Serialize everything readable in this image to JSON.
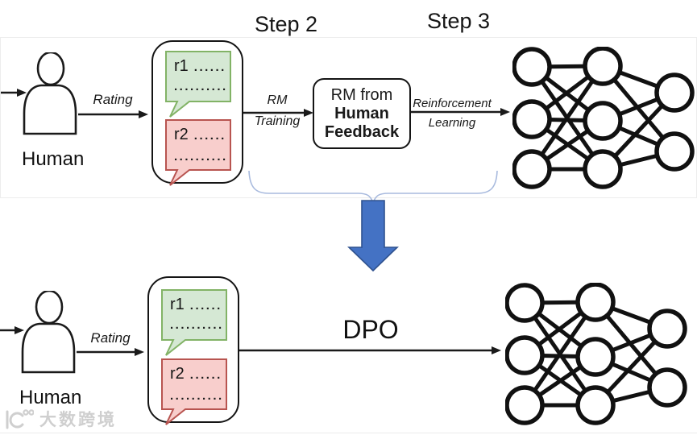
{
  "steps": {
    "step2_label": "Step 2",
    "step3_label": "Step 3"
  },
  "rlhf_row": {
    "human_label": "Human",
    "rating_label": "Rating",
    "responses": {
      "r1_label": "r1",
      "r1_dots": "......",
      "r1_dots_line2": "..........",
      "r2_label": "r2",
      "r2_dots": "......",
      "r2_dots_line2": ".........."
    },
    "rm_training_label_line1": "RM",
    "rm_training_label_line2": "Training",
    "reward_model_box": {
      "line1": "RM from",
      "line2": "Human",
      "line3": "Feedback"
    },
    "reinforcement_label_line1": "Reinforcement",
    "reinforcement_label_line2": "Learning"
  },
  "dpo_row": {
    "human_label": "Human",
    "rating_label": "Rating",
    "responses": {
      "r1_label": "r1",
      "r1_dots": "......",
      "r1_dots_line2": "..........",
      "r2_label": "r2",
      "r2_dots": "......",
      "r2_dots_line2": ".........."
    },
    "dpo_label": "DPO"
  },
  "neural_network": {
    "layers": [
      3,
      3,
      2
    ]
  },
  "watermark": {
    "text": "大数跨境"
  },
  "colors": {
    "bubble_green_fill": "#d5e8d4",
    "bubble_green_stroke": "#82b366",
    "bubble_red_fill": "#f8cecc",
    "bubble_red_stroke": "#b85450",
    "big_arrow_fill": "#4472c4",
    "big_arrow_stroke": "#2f528f",
    "brace_stroke": "#a8bade",
    "line_color": "#1a1a1a"
  }
}
